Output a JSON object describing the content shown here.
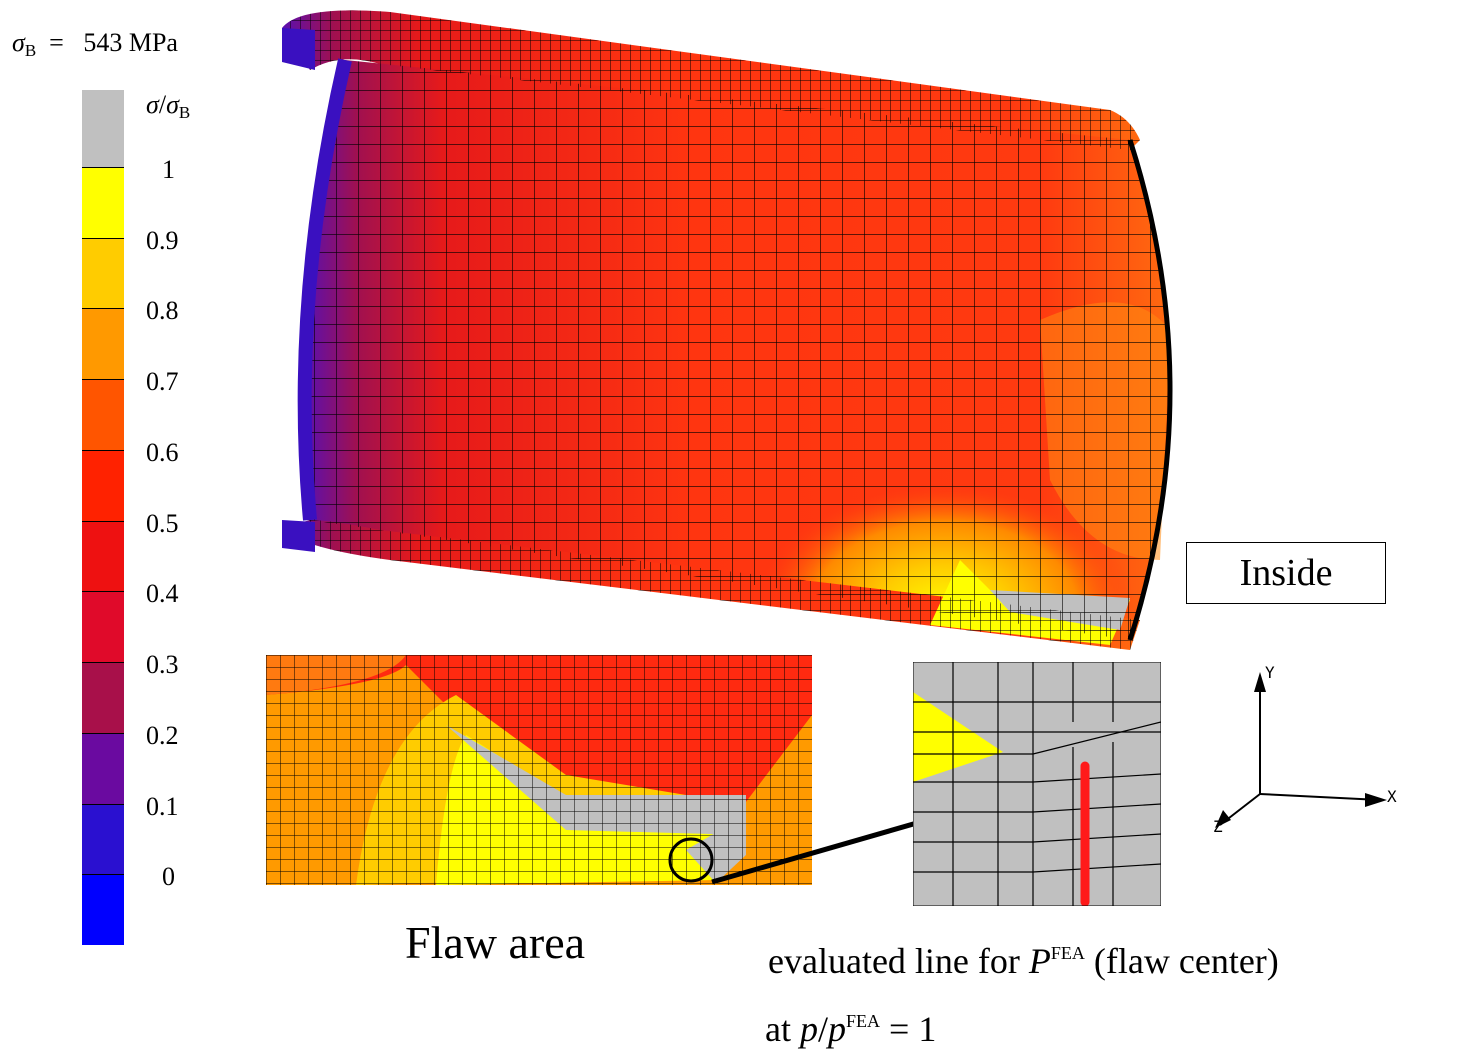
{
  "header": {
    "sigma_symbol": "σ",
    "sigma_sub": "B",
    "equals": "=",
    "sigma_b_value": "543 MPa"
  },
  "colorbar": {
    "label_sigma": "σ",
    "label_slash": "/",
    "label_sigma2": "σ",
    "label_sub": "B",
    "ticks": [
      "1",
      "0.9",
      "0.8",
      "0.7",
      "0.6",
      "0.5",
      "0.4",
      "0.3",
      "0.2",
      "0.1",
      "0"
    ],
    "colors": [
      "#c0c0c0",
      "#ffff00",
      "#ffcc00",
      "#ff9900",
      "#ff5500",
      "#ff2200",
      "#ee1111",
      "#e00a2a",
      "#a8104a",
      "#6a0aa0",
      "#2a10d0",
      "#0000ff"
    ]
  },
  "labels": {
    "inside": "Inside",
    "flaw_area": "Flaw area",
    "eval_prefix": "evaluated line for ",
    "eval_P": "P",
    "eval_sup": "FEA",
    "eval_suffix": " (flaw center)",
    "cond_prefix": "at ",
    "cond_p": "p",
    "cond_slash": "/",
    "cond_p2": "p",
    "cond_sup": "FEA",
    "cond_suffix": " = 1"
  },
  "axes": {
    "x": "X",
    "y": "Y",
    "z": "Z"
  },
  "colors": {
    "mesh_line": "#000000",
    "highlight_line": "#ff1a1a",
    "pipe_body": "#ff3a10",
    "pipe_inner": "#e62a18"
  }
}
